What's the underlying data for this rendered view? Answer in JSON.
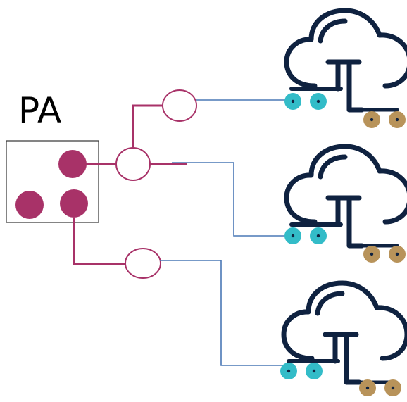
{
  "diagram": {
    "pa_label": "PA",
    "colors": {
      "magenta": "#a83268",
      "link_blue": "#4a78b6",
      "cloud_navy": "#0f2240",
      "teal_port": "#33bcc8",
      "tan_port": "#b8935a",
      "box_stroke": "#333333"
    },
    "icons": {
      "node": "cloud-icon",
      "port_a": "teal-port-icon",
      "port_b": "tan-port-icon"
    },
    "clouds": [
      {
        "name": "cloud-top"
      },
      {
        "name": "cloud-middle"
      },
      {
        "name": "cloud-bottom"
      }
    ]
  }
}
